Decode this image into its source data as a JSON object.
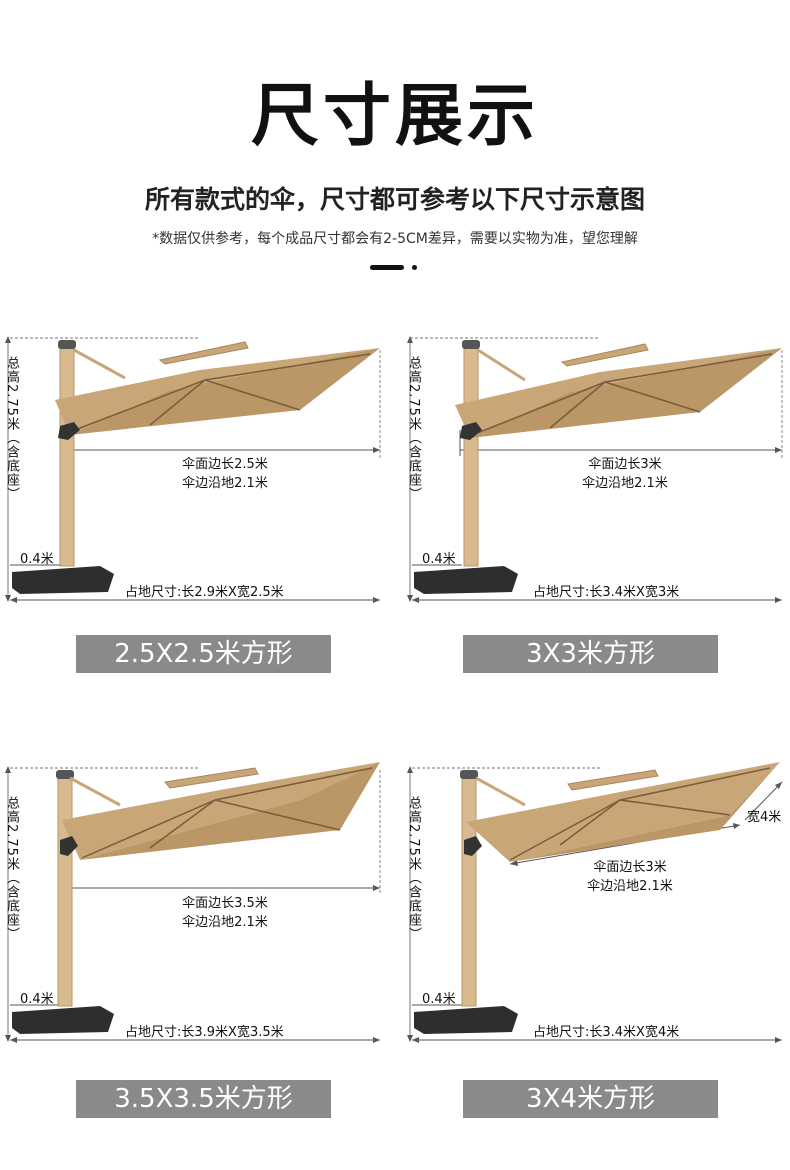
{
  "header": {
    "title": "尺寸展示",
    "subtitle": "所有款式的伞，尺寸都可参考以下尺寸示意图",
    "note": "*数据仅供参考，每个成品尺寸都会有2-5CM差异，需要以实物为准，望您理解"
  },
  "panels": [
    {
      "height_label": "总高2.75米（含底座）",
      "canopy_side": "伞面边长2.5米",
      "edge_height": "伞边沿地2.1米",
      "base_offset": "0.4米",
      "footprint": "占地尺寸:长2.9米X宽2.5米",
      "caption": "2.5X2.5米方形"
    },
    {
      "height_label": "总高2.75米（含底座）",
      "canopy_side": "伞面边长3米",
      "edge_height": "伞边沿地2.1米",
      "base_offset": "0.4米",
      "footprint": "占地尺寸:长3.4米X宽3米",
      "caption": "3X3米方形"
    },
    {
      "height_label": "总高2.75米（含底座）",
      "canopy_side": "伞面边长3.5米",
      "edge_height": "伞边沿地2.1米",
      "base_offset": "0.4米",
      "footprint": "占地尺寸:长3.9米X宽3.5米",
      "caption": "3.5X3.5米方形"
    },
    {
      "height_label": "总高2.75米（含底座）",
      "canopy_side": "伞面边长3米",
      "edge_height": "伞边沿地2.1米",
      "width_label": "宽4米",
      "base_offset": "0.4米",
      "footprint": "占地尺寸:长3.4米X宽4米",
      "caption": "3X4米方形"
    }
  ],
  "colors": {
    "canopy": "#c9a678",
    "canopy_dark": "#a9855a",
    "pole": "#d9b98e",
    "base": "#2e2e2e",
    "caption_bg": "#8a8a8a",
    "text": "#111111"
  }
}
